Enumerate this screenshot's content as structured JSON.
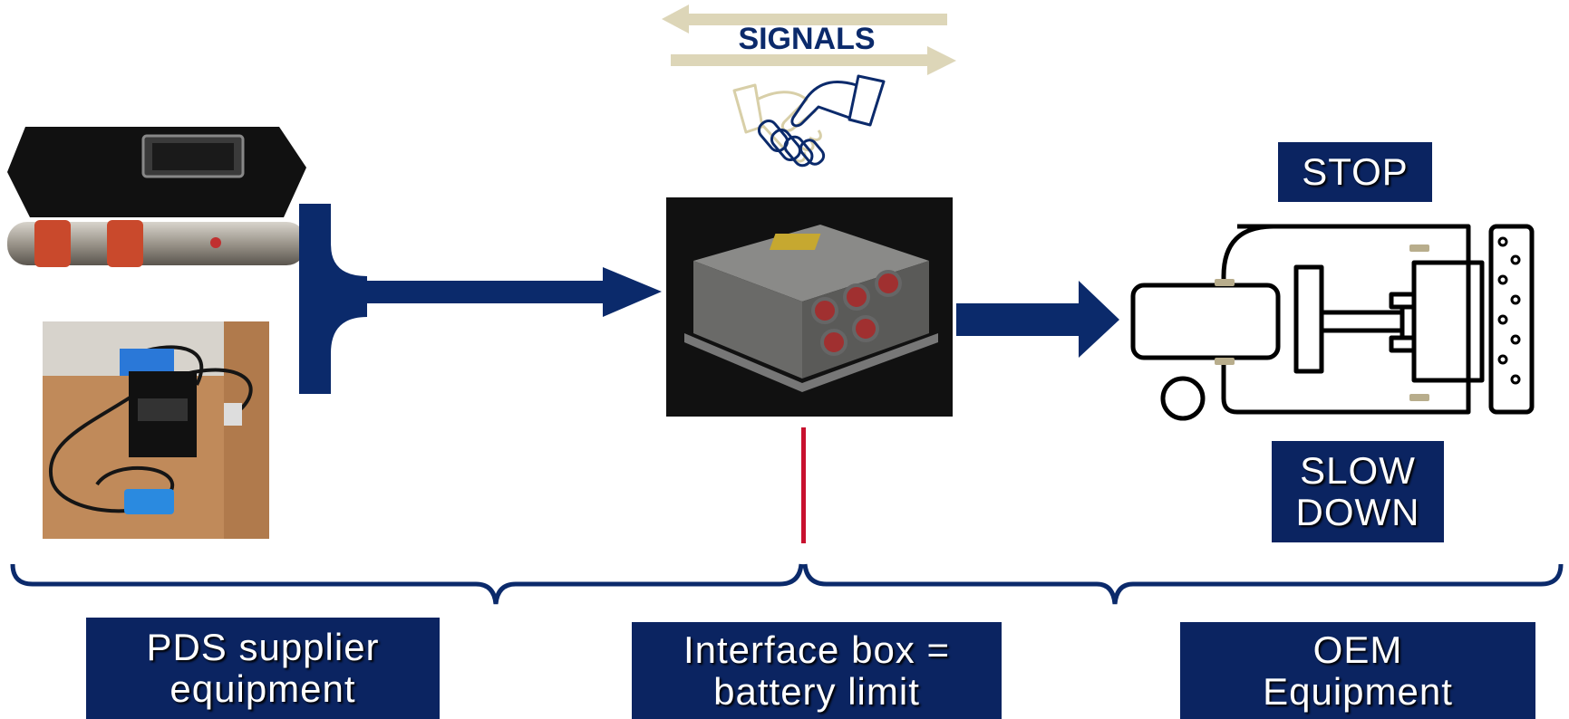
{
  "signals": {
    "label": "SIGNALS"
  },
  "oem_actions": {
    "stop_label": "STOP",
    "slow_down_line1": "SLOW",
    "slow_down_line2": "DOWN"
  },
  "sections": {
    "pds": {
      "line1": "PDS supplier",
      "line2": "equipment"
    },
    "interface": {
      "line1": "Interface box =",
      "line2": "battery limit"
    },
    "oem": {
      "line1": "OEM",
      "line2": "Equipment"
    }
  },
  "icons": [
    "handshake-icon",
    "signal-arrow-left-icon",
    "signal-arrow-right-icon",
    "merge-arrow-icon",
    "output-arrow-icon",
    "shuttle-car-icon"
  ],
  "colors": {
    "navy": "#0b2461",
    "beige": "#ddd6b8",
    "red_line": "#c8102e",
    "arrow": "#0d2a6b"
  }
}
